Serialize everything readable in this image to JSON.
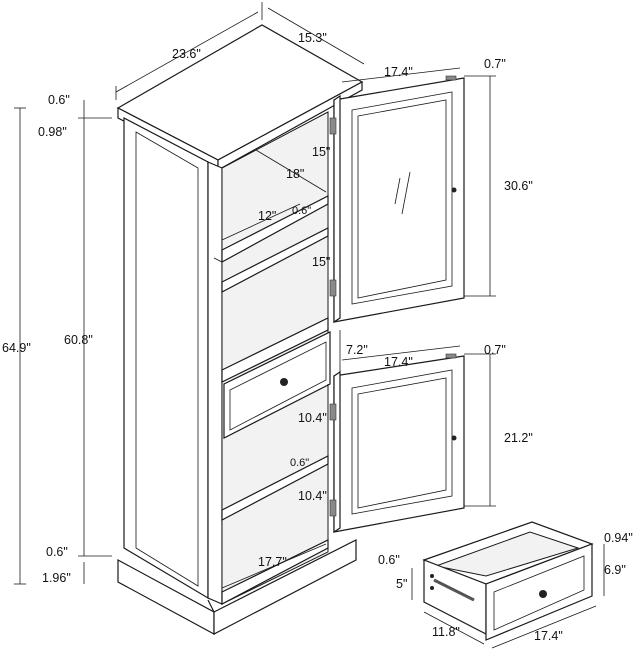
{
  "dimensions": {
    "width": "23.6\"",
    "depth": "15.3\"",
    "top_overhang": "0.6\"",
    "crown_height": "0.98\"",
    "total_height": "64.9\"",
    "body_height": "60.8\"",
    "base_top": "0.6\"",
    "base_height": "1.96\"",
    "upper_door_width": "17.4\"",
    "upper_door_thickness": "0.7\"",
    "upper_door_height": "30.6\"",
    "shelf_gap_top": "15\"",
    "shelf_depth": "18\"",
    "shelf_width": "12\"",
    "shelf_thickness": "0.6\"",
    "shelf_gap_mid": "15\"",
    "drawer_opening": "7.2\"",
    "lower_door_width": "17.4\"",
    "lower_door_thickness": "0.7\"",
    "lower_door_height": "21.2\"",
    "lower_gap_top": "10.4\"",
    "lower_shelf_thickness": "0.6\"",
    "lower_gap_bottom": "10.4\"",
    "inner_bottom_width": "17.7\"",
    "drawer_side_thickness": "0.6\"",
    "drawer_inner_height": "5\"",
    "drawer_depth": "11.8\"",
    "drawer_width": "17.4\"",
    "drawer_front_thickness": "0.94\"",
    "drawer_front_height": "6.9\""
  }
}
